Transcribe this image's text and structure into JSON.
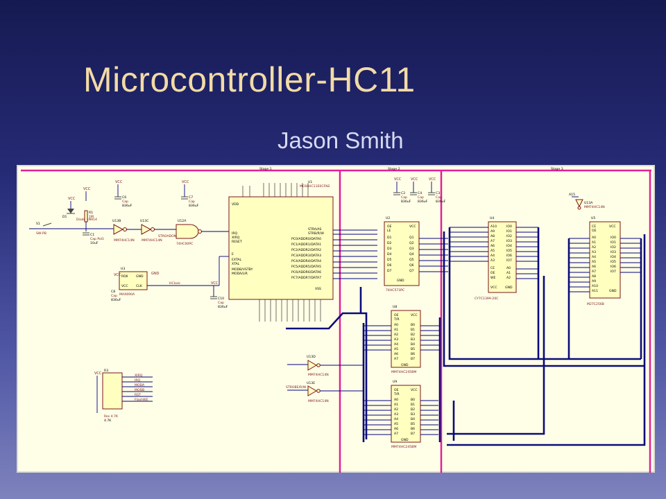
{
  "slide": {
    "title": "Microcontroller-HC11",
    "subtitle": "Jason Smith"
  },
  "schematic": {
    "stages": [
      "Stage 1",
      "Stage 2",
      "Stage 3"
    ],
    "colors": {
      "stage_border": "#e0209a",
      "bus": "#0a0a7a",
      "wire": "#000080",
      "part_fill": "#ffffc0",
      "part_stroke": "#7a1515",
      "sheet_bg": "#ffffe8",
      "title_color": "#f2dba6",
      "subtitle_color": "#d7daf3"
    },
    "components": {
      "u1": {
        "ref": "U1",
        "value": "MC68HC11E0CFN2"
      },
      "u2": {
        "ref": "U2",
        "value": "74HC573PC"
      },
      "u3": {
        "ref": "U3",
        "value": "MAX690A"
      },
      "u4": {
        "ref": "U4",
        "value": "CY7C1399-20C"
      },
      "u5": {
        "ref": "U5",
        "value": "M27C256B"
      },
      "u8": {
        "ref": "U8",
        "value": "MM74HC245BM"
      },
      "u9": {
        "ref": "U9",
        "value": "MM74HC245BM"
      },
      "u12a": {
        "ref": "U12A",
        "value": "74HC00PC"
      },
      "s1": {
        "ref": "S1",
        "value": "SW-PB"
      },
      "d1": {
        "ref": "D1",
        "value": "Diode 1N914"
      },
      "r1": {
        "ref": "R1",
        "value": "1M"
      },
      "c1": {
        "ref": "C1",
        "value": "Cap Pol1"
      },
      "r3": {
        "ref": "R3",
        "value": "Res 4.7K"
      }
    }
  }
}
